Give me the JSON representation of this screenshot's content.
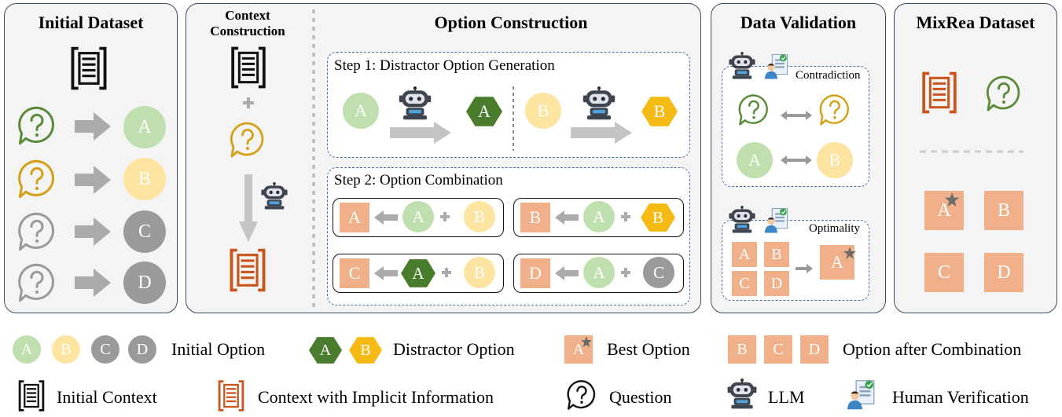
{
  "panels": {
    "initial": {
      "title": "Initial Dataset",
      "options": [
        "A",
        "B",
        "C",
        "D"
      ]
    },
    "context": {
      "title_line1": "Context",
      "title_line2": "Construction"
    },
    "option": {
      "title": "Option Construction",
      "step1": "Step 1: Distractor Option Generation",
      "step2": "Step 2: Option Combination",
      "step1_items": {
        "a_in": "A",
        "a_out": "A",
        "b_in": "B",
        "b_out": "B"
      },
      "combos": [
        {
          "result": "A",
          "left": "A",
          "right": "B"
        },
        {
          "result": "B",
          "left": "A",
          "right": "B"
        },
        {
          "result": "C",
          "left": "A",
          "right": "B"
        },
        {
          "result": "D",
          "left": "A",
          "right": "C"
        }
      ]
    },
    "validation": {
      "title": "Data Validation",
      "contradiction": "Contradiction",
      "optimality": "Optimality",
      "opt_grid": [
        "A",
        "B",
        "C",
        "D"
      ],
      "opt_best": "A",
      "cmp_a": "A",
      "cmp_b": "B"
    },
    "mixrea": {
      "title": "MixRea Dataset",
      "options": [
        "A",
        "B",
        "C",
        "D"
      ]
    }
  },
  "legend": {
    "row1": {
      "initial_opts": [
        "A",
        "B",
        "C",
        "D"
      ],
      "initial_label": "Initial Option",
      "distractor_opts": [
        "A",
        "B"
      ],
      "distractor_label": "Distractor Option",
      "best_opt": "A",
      "best_label": "Best Option",
      "combo_opts": [
        "B",
        "C",
        "D"
      ],
      "combo_label": "Option after Combination"
    },
    "row2": {
      "initial_context": "Initial Context",
      "implicit_context": "Context with Implicit Information",
      "question": "Question",
      "llm": "LLM",
      "human": "Human Verification"
    }
  },
  "colors": {
    "green": "#5a8a3a",
    "light_green": "#bfe0ae",
    "yellow": "#f5bb14",
    "light_yellow": "#fde4a0",
    "gray": "#9a9a9a",
    "orange": "#f0b089",
    "context_orange": "#c9541c",
    "dash_blue": "#4a6fa5"
  },
  "icons": [
    "document-icon",
    "question-bubble-icon",
    "robot-icon",
    "human-verification-icon",
    "arrow-right-icon",
    "star-icon",
    "plus-icon"
  ]
}
